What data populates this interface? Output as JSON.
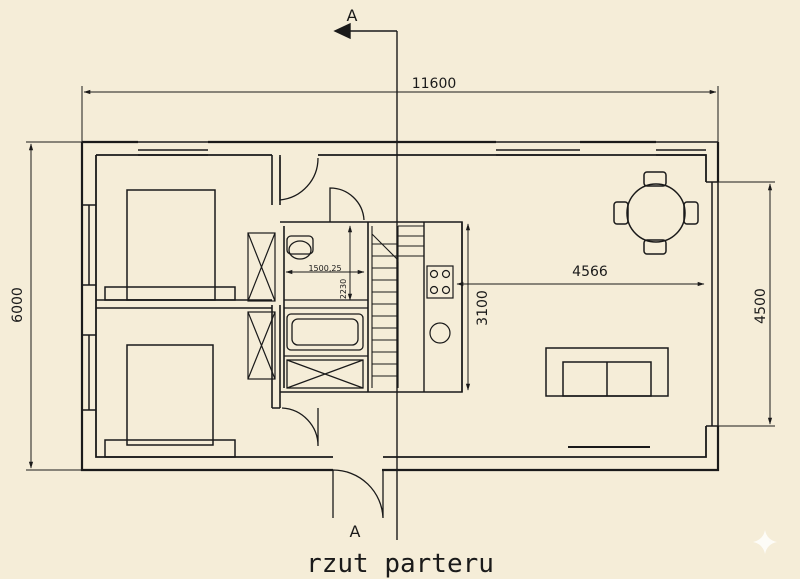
{
  "section_marks": {
    "top": "A",
    "bottom": "A"
  },
  "dimensions": {
    "overall_width": "11600",
    "overall_depth": "6000",
    "living_width": "4566",
    "kitchen_depth": "3100",
    "right_depth": "4500",
    "bath_width": "1500,25",
    "bath_depth": "2230"
  },
  "plan_title": "rzut parteru",
  "colors": {
    "paper": "#f5edd8",
    "ink": "#1a1a1a"
  }
}
